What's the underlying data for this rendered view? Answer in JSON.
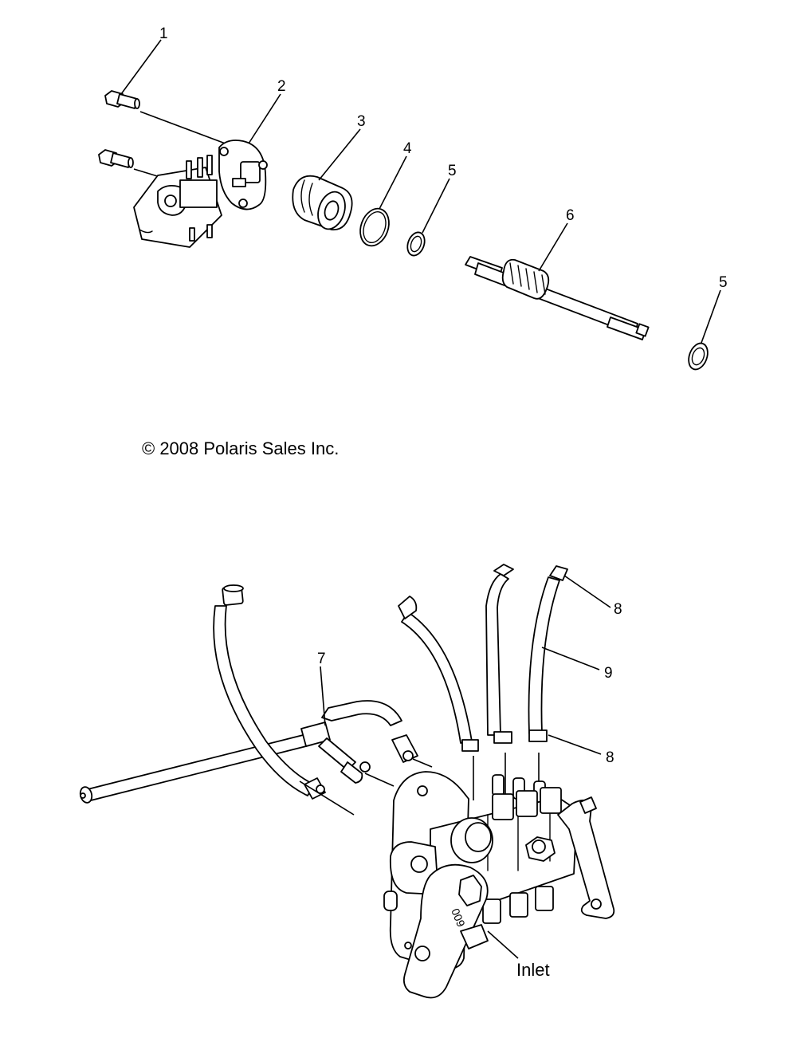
{
  "diagram": {
    "callouts": {
      "c1": "1",
      "c2": "2",
      "c3": "3",
      "c4": "4",
      "c5a": "5",
      "c6": "6",
      "c5b": "5",
      "c7": "7",
      "c8a": "8",
      "c9": "9",
      "c8b": "8"
    },
    "copyright": "© 2008 Polaris Sales Inc.",
    "inlet_label": "Inlet",
    "pump_marking": "009"
  }
}
